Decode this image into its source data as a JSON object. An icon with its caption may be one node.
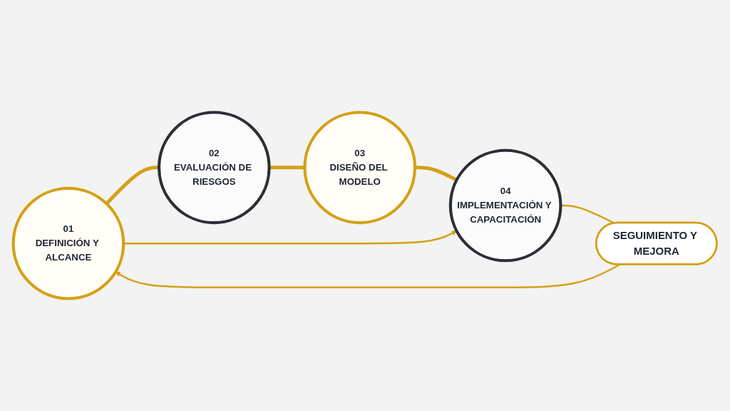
{
  "diagram": {
    "nodes": [
      {
        "text": [
          "01",
          "DEFINICIÓN Y ALCANCE"
        ]
      },
      {
        "text": [
          "02",
          "EVALUACIÓN DE RIESGOS"
        ]
      },
      {
        "text": [
          "03",
          "DISEÑO DEL MODELO"
        ]
      },
      {
        "text": [
          "04",
          "IMPLEMENTACIÓN Y CAPACITACIÓN"
        ]
      },
      {
        "text": [
          "SEGUIMIENTO Y MEJORA"
        ]
      }
    ],
    "edges": [
      {
        "from": 0,
        "to": 1,
        "arrow": "none",
        "style": "thick"
      },
      {
        "from": 1,
        "to": 2,
        "arrow": "none",
        "style": "thick"
      },
      {
        "from": 2,
        "to": 3,
        "arrow": "none",
        "style": "thick"
      },
      {
        "from": 0,
        "to": 3,
        "arrow": "to"
      },
      {
        "from": 3,
        "to": 4,
        "arrow": "none"
      },
      {
        "from": 4,
        "to": 0,
        "arrow": "to"
      }
    ]
  }
}
